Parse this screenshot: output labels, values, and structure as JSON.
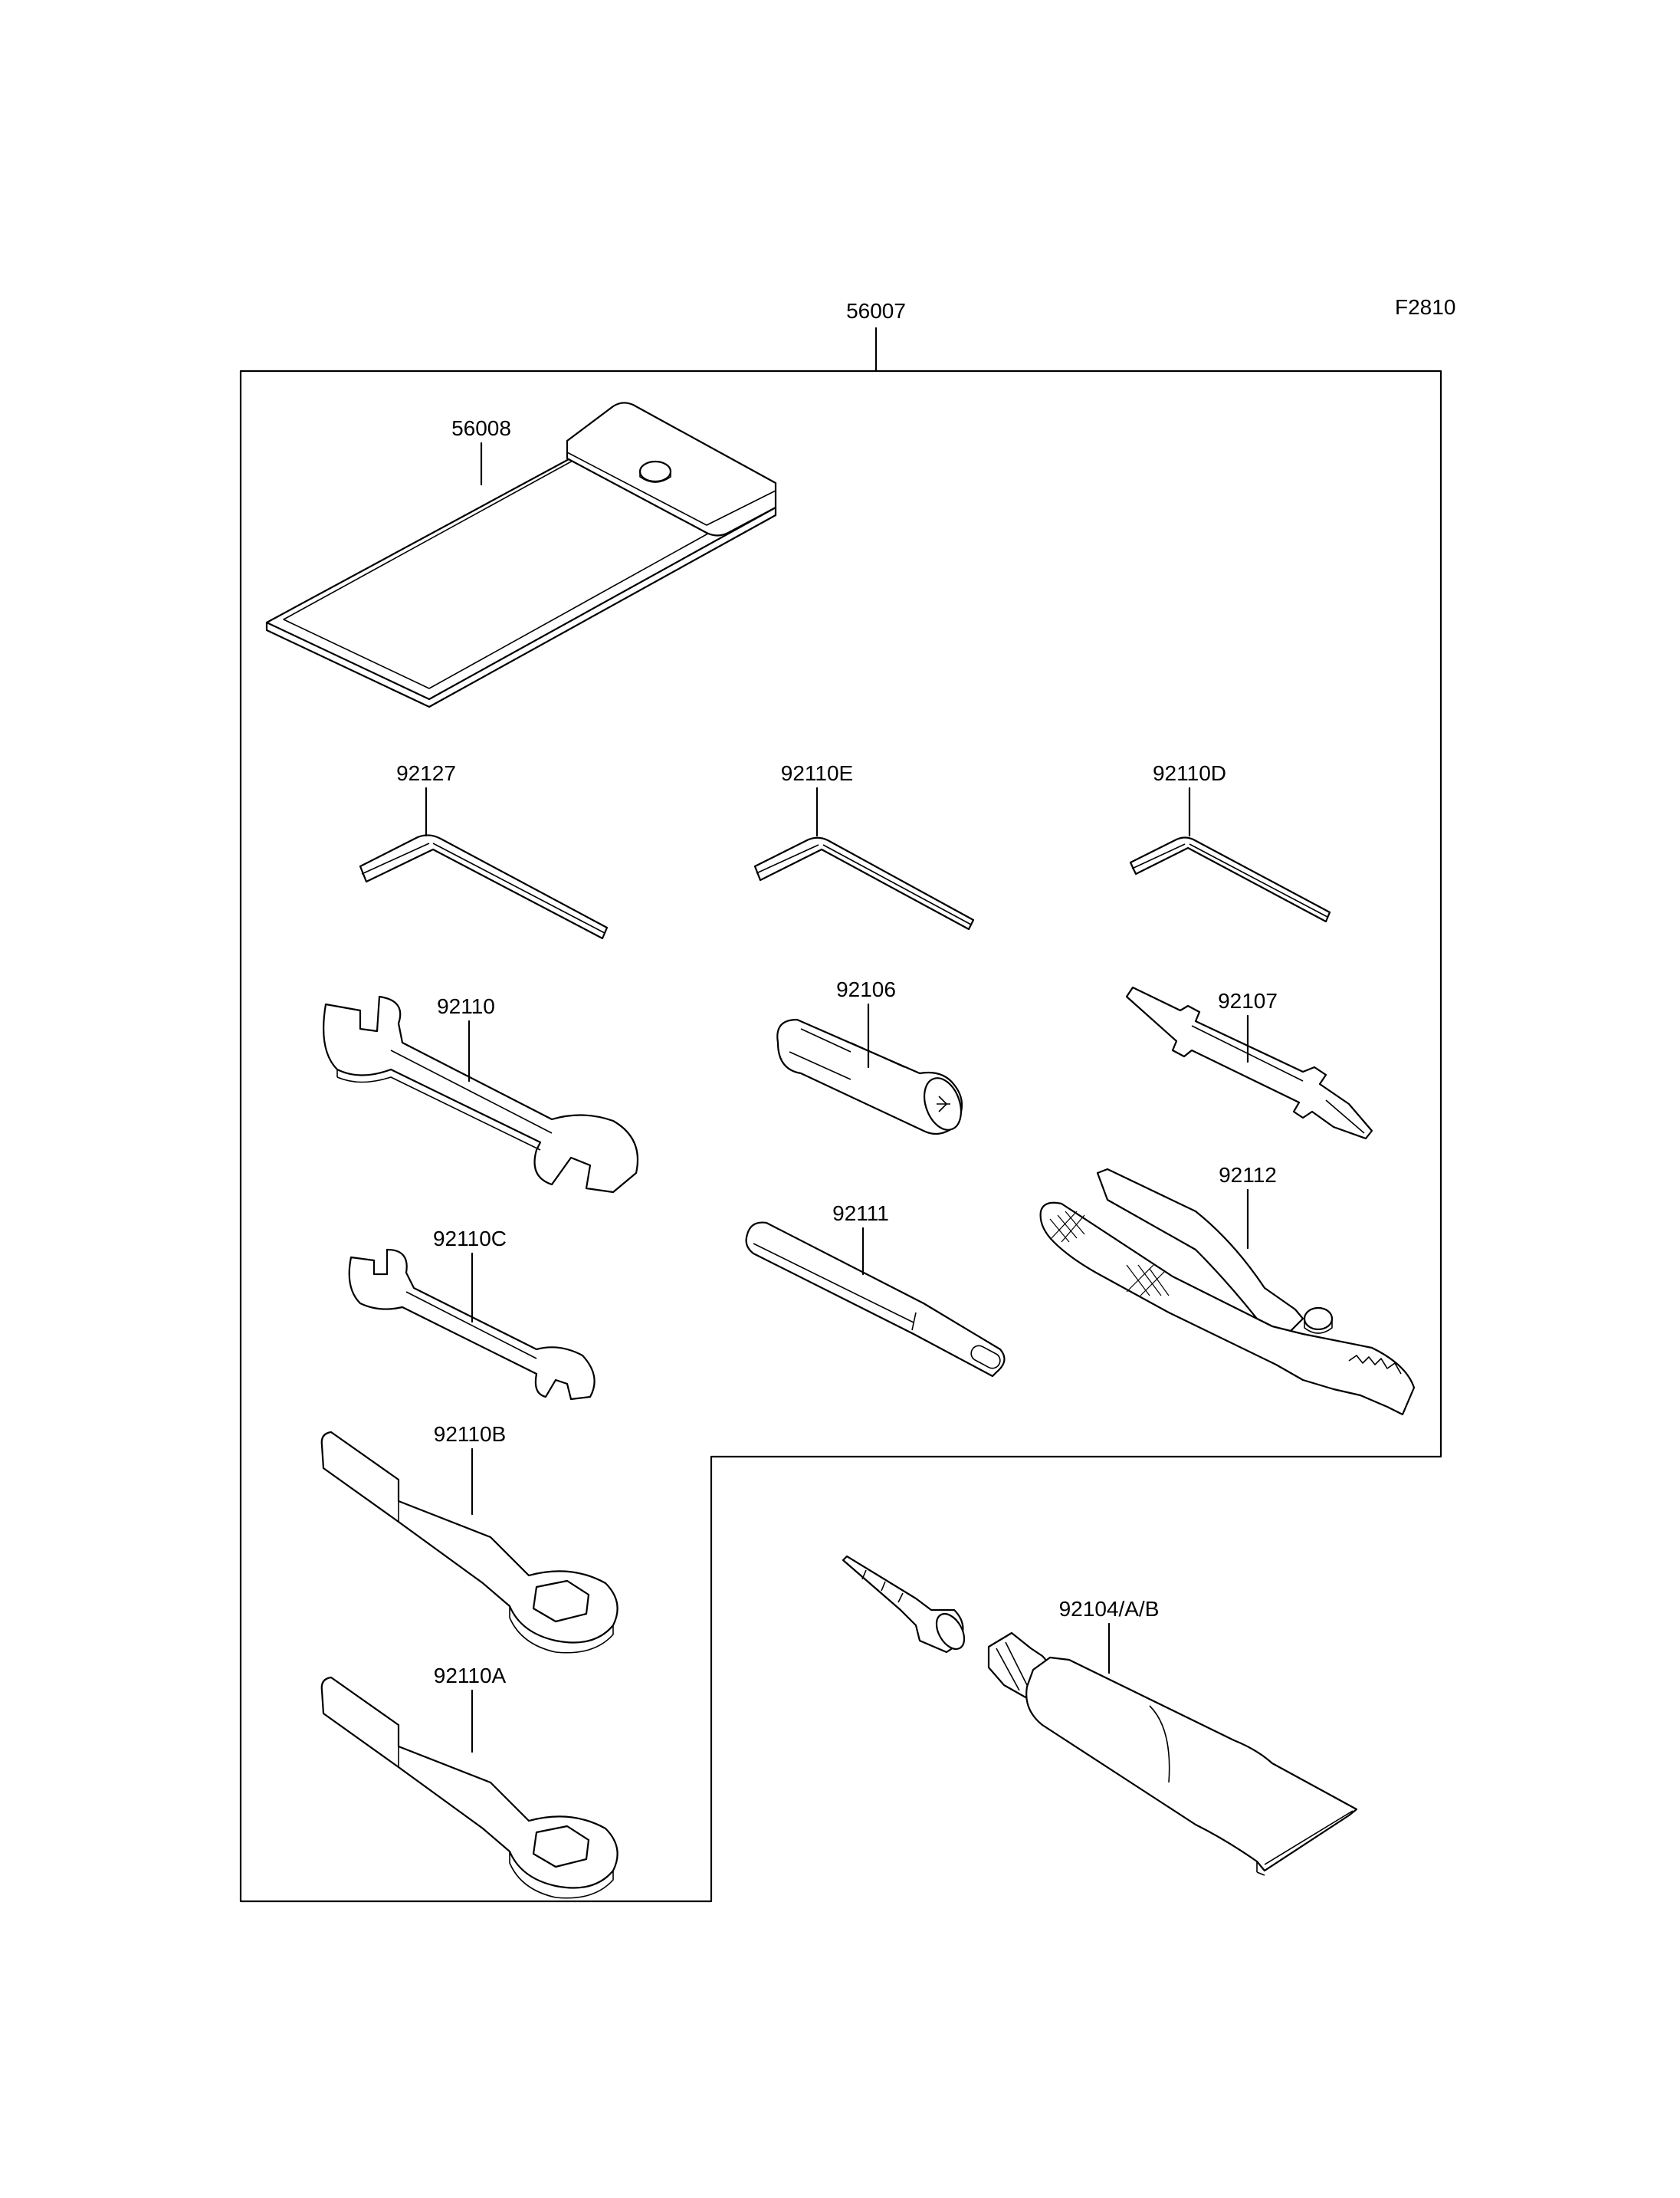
{
  "figure_code": "F2810",
  "kit": {
    "part": "56007"
  },
  "parts": {
    "p56008": "56008",
    "p92127": "92127",
    "p92110E": "92110E",
    "p92110D": "92110D",
    "p92110": "92110",
    "p92106": "92106",
    "p92107": "92107",
    "p92110C": "92110C",
    "p92111": "92111",
    "p92112": "92112",
    "p92110B": "92110B",
    "p92110A": "92110A",
    "p92104": "92104/A/B"
  }
}
